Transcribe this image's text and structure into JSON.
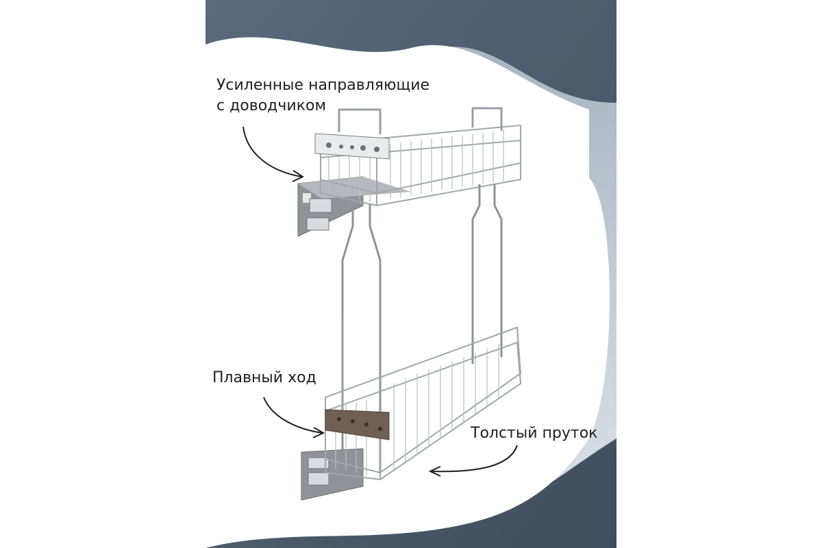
{
  "labels": {
    "rails_line1": "Усиленные направляющие",
    "rails_line2": "с доводчиком",
    "smooth_motion": "Плавный ход",
    "thick_rod": "Толстый пруток"
  },
  "colors": {
    "background_dark": "#4e5d6d",
    "background_mid": "#8c9aa8",
    "background_light": "#cfd6dd",
    "text": "#1f1f1f",
    "chrome": "#a9adb1"
  }
}
